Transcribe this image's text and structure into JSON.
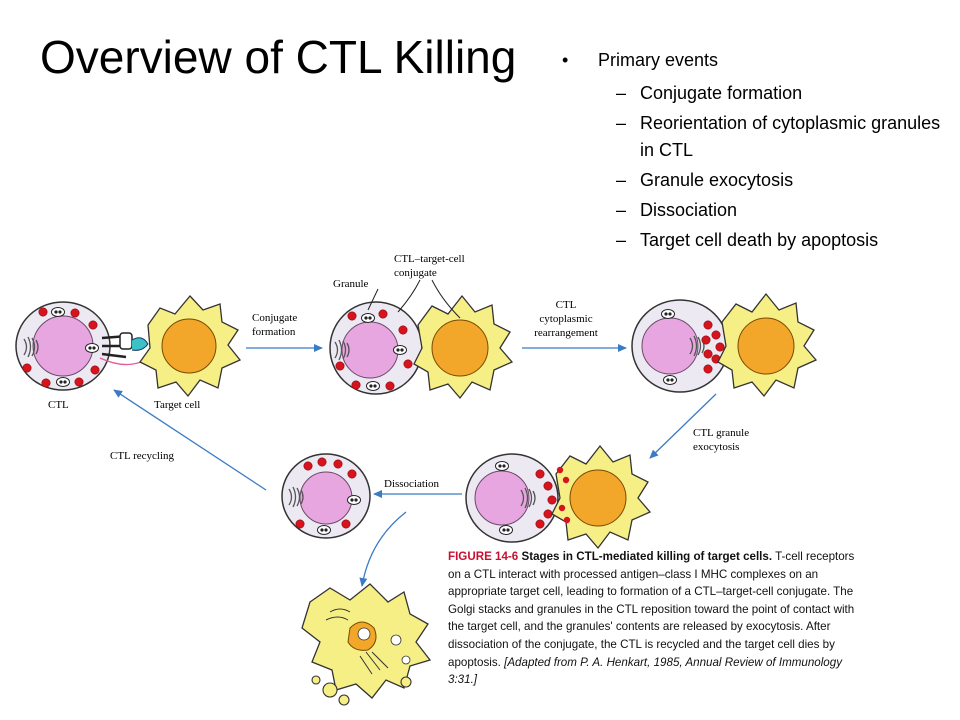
{
  "slide": {
    "title": "Overview of CTL Killing",
    "bullet_main": "Primary events",
    "bullet_main_marker": "•",
    "sub_marker": "–",
    "sub_items": [
      "Conjugate formation",
      "Reorientation of cytoplasmic granules in CTL",
      "Granule exocytosis",
      "Dissociation",
      "Target cell death by apoptosis"
    ]
  },
  "figure": {
    "labels": {
      "ctl": "CTL",
      "target_cell": "Target cell",
      "granule": "Granule",
      "conjugate_line1": "CTL–target-cell",
      "conjugate_line2": "conjugate",
      "conjugate_formation_line1": "Conjugate",
      "conjugate_formation_line2": "formation",
      "rearr_line1": "CTL",
      "rearr_line2": "cytoplasmic",
      "rearr_line3": "rearrangement",
      "exo_line1": "CTL granule",
      "exo_line2": "exocytosis",
      "dissociation": "Dissociation",
      "recycling": "CTL recycling"
    },
    "caption": {
      "label": "FIGURE 14-6",
      "title": "Stages in CTL-mediated killing of target cells.",
      "body": "T-cell receptors on a CTL interact with processed antigen–class I MHC complexes on an appropriate target cell, leading to formation of a CTL–target-cell conjugate. The Golgi stacks and granules in the CTL reposition toward the point of contact with the target cell, and the granules' contents are released by exocytosis. After dissociation of the conjugate, the CTL is recycled and the target cell dies by apoptosis.",
      "source": "[Adapted from P. A. Henkart, 1985, Annual Review of Immunology 3:31.]"
    },
    "colors": {
      "ctl_membrane": "#ece9f2",
      "ctl_nucleus": "#e7a6e0",
      "granule": "#d7141e",
      "target_cytoplasm": "#f6ef86",
      "target_nucleus": "#f2a62a",
      "arrow": "#3b7bc4"
    }
  }
}
